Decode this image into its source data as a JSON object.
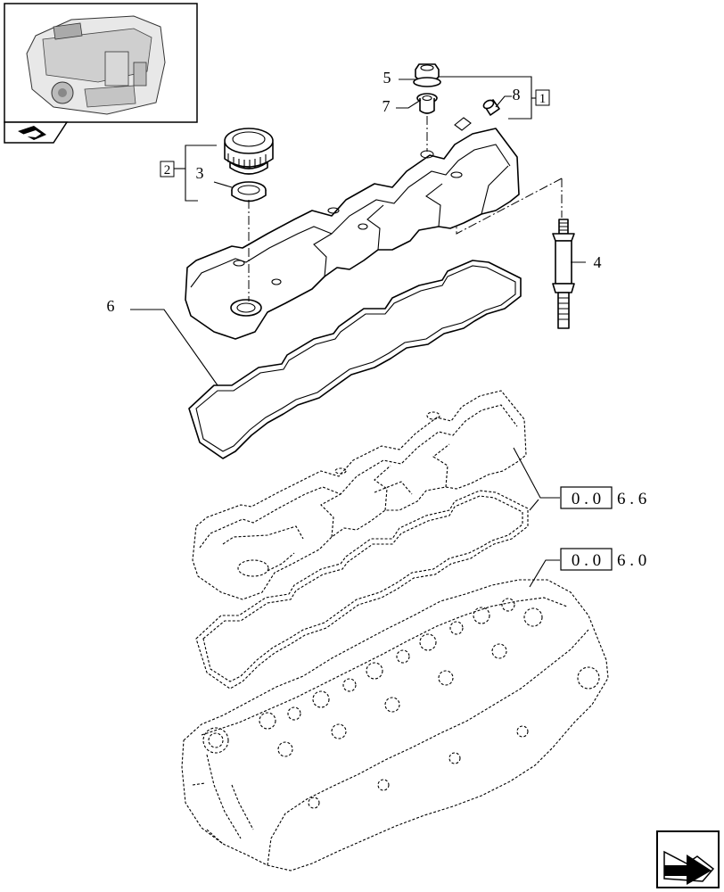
{
  "callouts": {
    "c3": "3",
    "c4": "4",
    "c5": "5",
    "c6": "6",
    "c7": "7",
    "c8": "8"
  },
  "groups": {
    "g1": "1",
    "g2": "2"
  },
  "references": {
    "ref_a": {
      "boxed": "0 . 0",
      "rest": "6 . 6"
    },
    "ref_b": {
      "boxed": "0 . 0",
      "rest": "6 . 0"
    }
  },
  "icons": {
    "thumbnail": "engine-thumbnail-icon",
    "thumb_tag": "book-arrow-icon",
    "next_page": "next-page-arrow-icon"
  }
}
